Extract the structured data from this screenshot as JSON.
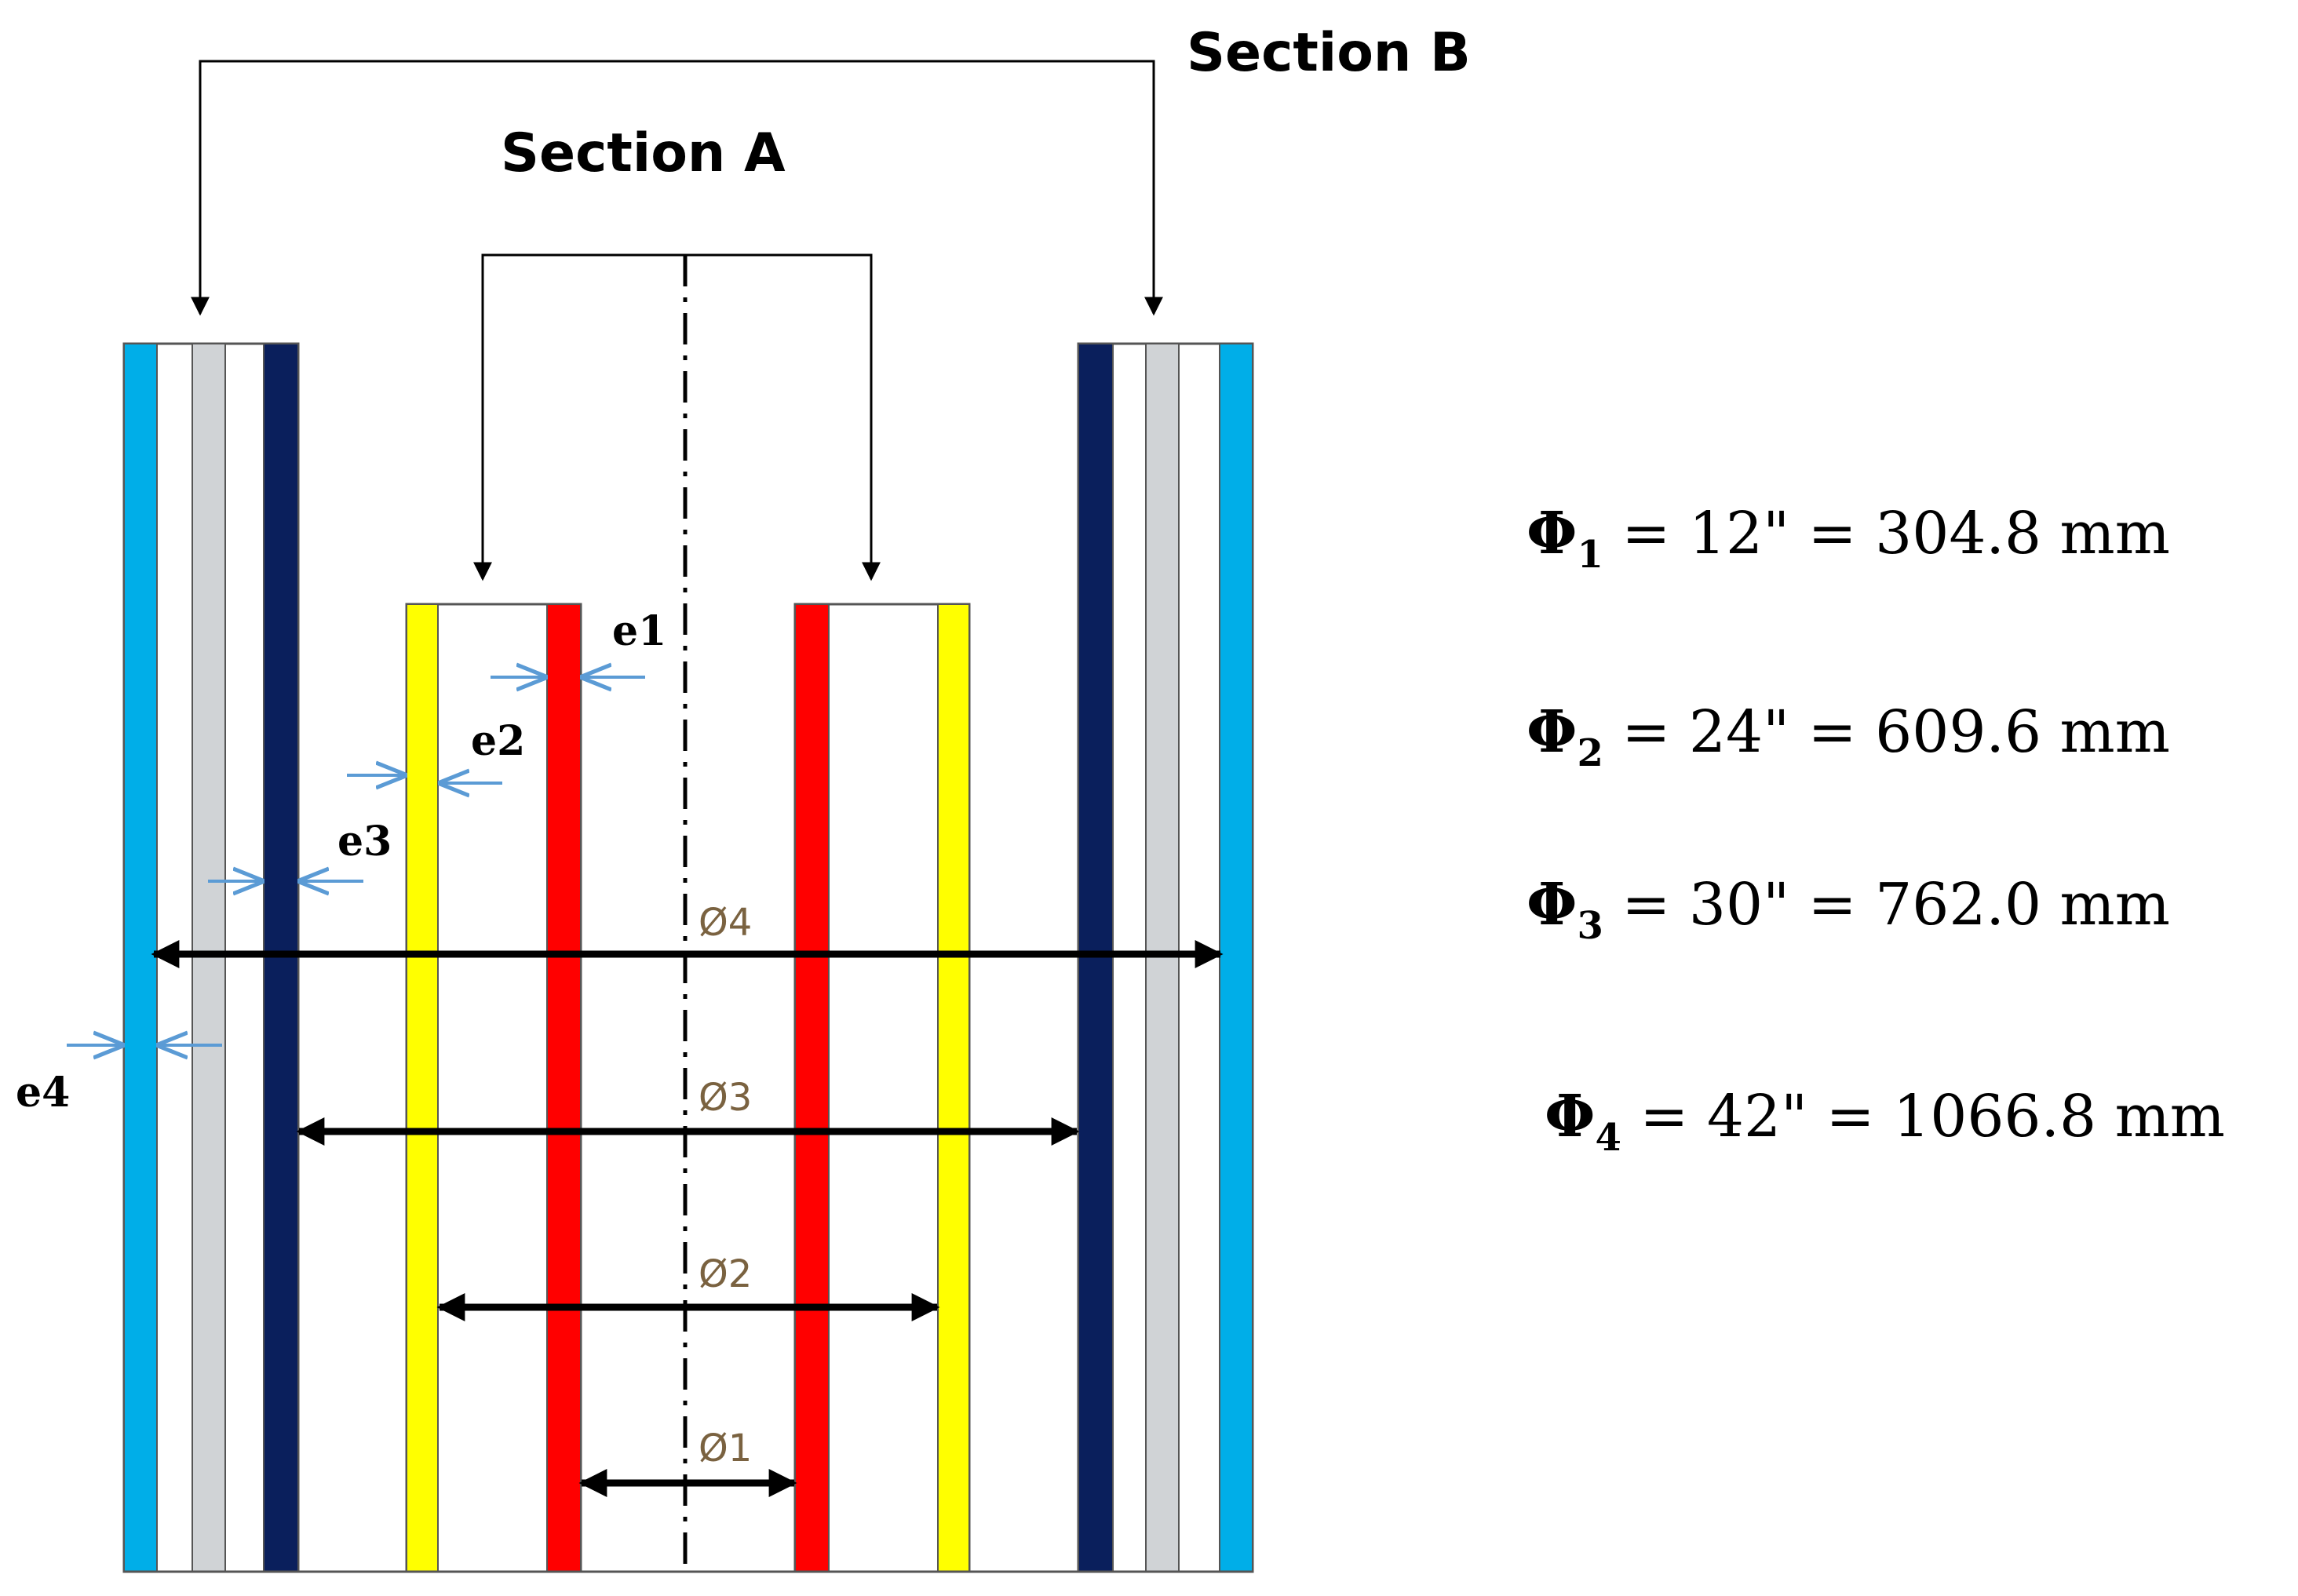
{
  "section_labels": {
    "section_a": "Section A",
    "section_b": "Section B"
  },
  "thickness_labels": {
    "e1": "e1",
    "e2": "e2",
    "e3": "e3",
    "e4": "e4"
  },
  "diameter_labels": {
    "d1": "Ø1",
    "d2": "Ø2",
    "d3": "Ø3",
    "d4": "Ø4"
  },
  "diameters": [
    {
      "symbol": "Φ",
      "sub": "1",
      "value": " = 12\" = 304.8 mm"
    },
    {
      "symbol": "Φ",
      "sub": "2",
      "value": " = 24\" = 609.6 mm"
    },
    {
      "symbol": "Φ",
      "sub": "3",
      "value": " = 30\" = 762.0 mm"
    },
    {
      "symbol": "Φ",
      "sub": "4",
      "value": " = 42\" = 1066.8 mm"
    }
  ],
  "colors": {
    "section_a_pipe": "#ff0000",
    "section_a_outer": "#ffff00",
    "section_b_inner": "#0a1f5c",
    "section_b_middle": "#d0d3d6",
    "section_b_outer": "#00aee8",
    "dimension_arrow": "#000000",
    "thickness_arrow": "#5b9bd5"
  }
}
